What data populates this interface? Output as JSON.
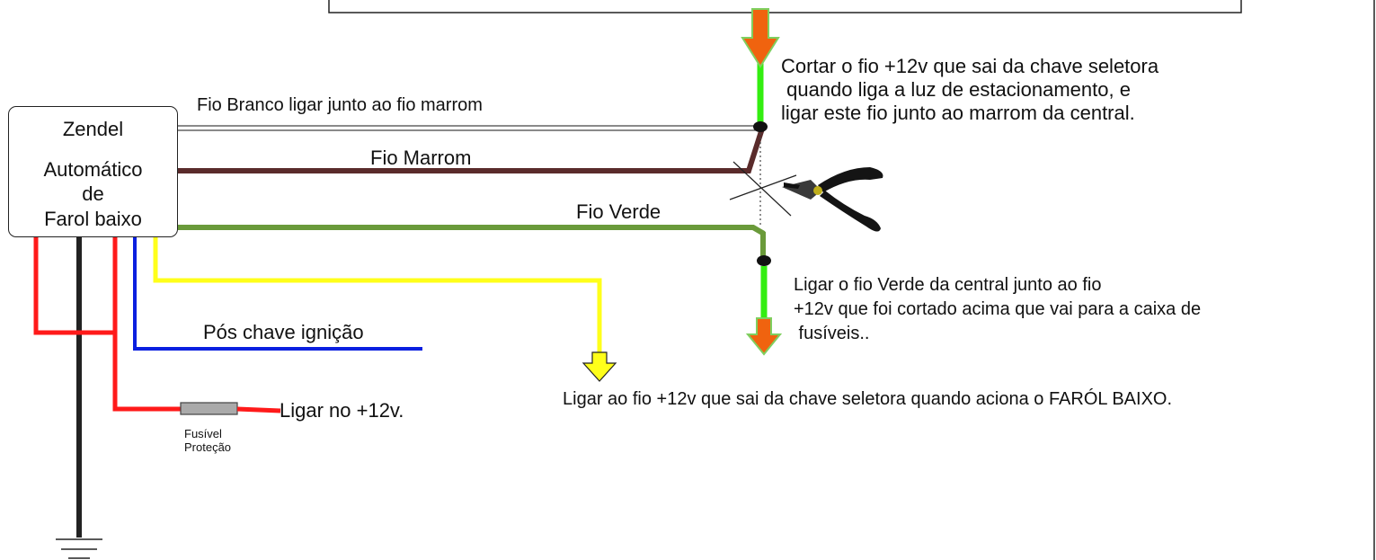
{
  "module": {
    "line1": "Zendel",
    "line2": "Automático",
    "line3": "de",
    "line4": "Farol baixo"
  },
  "wires": {
    "white": "Fio Branco ligar junto ao fio marrom",
    "brown": "Fio Marrom",
    "green": "Fio Verde",
    "blue": "Pós chave ignição",
    "fuse_end": "Ligar no +12v."
  },
  "fuse": {
    "line1": "Fusível",
    "line2": "Proteção"
  },
  "notes": {
    "cut": [
      "Cortar o fio +12v que sai da chave seletora",
      " quando liga a luz de estacionamento, e",
      "ligar este fio junto ao marrom da central."
    ],
    "green_connect": [
      "Ligar o fio Verde da central junto ao fio",
      "+12v que foi cortado acima que vai para a caixa de",
      " fusíveis.."
    ],
    "yellow": "Ligar ao fio +12v que sai da chave seletora quando aciona o FARÓL BAIXO."
  },
  "colors": {
    "red": "#ff1a1a",
    "blue": "#0a1fe0",
    "yellow": "#ffff1a",
    "green_wire": "#6a9a3a",
    "brown": "#5a2b2b",
    "bright_green": "#33ee11",
    "orange": "#f0630f",
    "ground": "#222222"
  },
  "icons": [
    "ground-symbol-icon",
    "pliers-icon",
    "scissors-cut-icon",
    "arrow-down-icon"
  ]
}
